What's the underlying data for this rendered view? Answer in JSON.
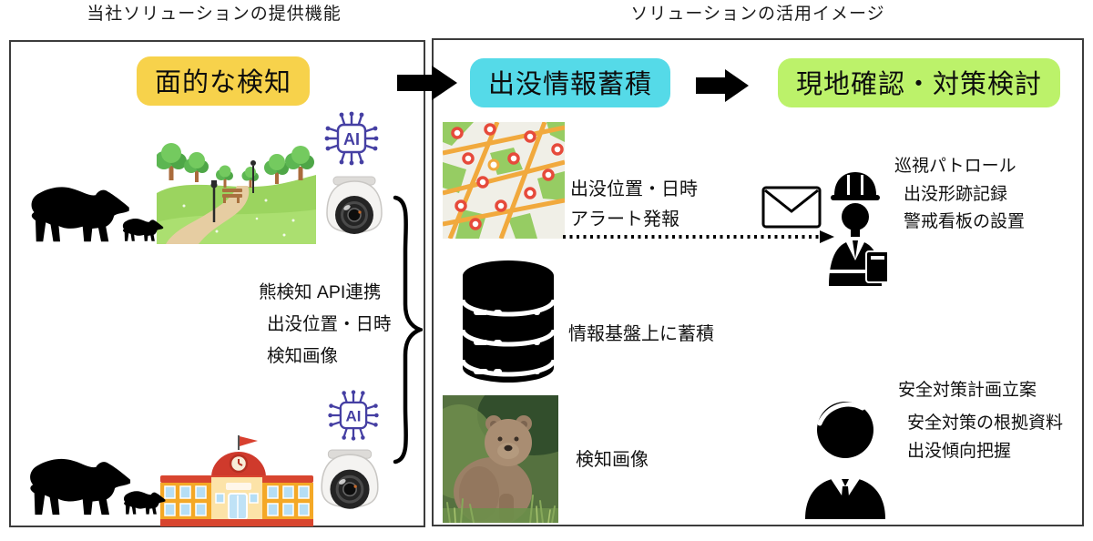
{
  "diagram": {
    "left_section_label": "当社ソリューションの提供機能",
    "right_section_label": "ソリューションの活用イメージ",
    "left_panel": {
      "title": "面的な検知",
      "api_lines": [
        "熊検知 API連携",
        "出没位置・日時",
        "検知画像"
      ]
    },
    "right_panel": {
      "step1": "出没情報蓄積",
      "step2": "現地確認・対策検討",
      "map_caption_lines": [
        "出没位置・日時",
        "アラート発報"
      ],
      "patrol_lines": [
        "巡視パトロール",
        "出没形跡記録",
        "警戒看板の設置"
      ],
      "database_caption": "情報基盤上に蓄積",
      "photo_caption": "検知画像",
      "plan_title": "安全対策計画立案",
      "plan_lines": [
        "安全対策の根拠資料",
        "出没傾向把握"
      ]
    },
    "icons": {
      "ai_chip_label": "AI"
    },
    "colors": {
      "highlight_yellow": "#f7d24b",
      "highlight_cyan": "#55dae8",
      "highlight_green": "#bcf26a",
      "ai_purple": "#453fa3",
      "flow_arrow": "#000000",
      "panel_border": "#3c3c3c"
    }
  }
}
